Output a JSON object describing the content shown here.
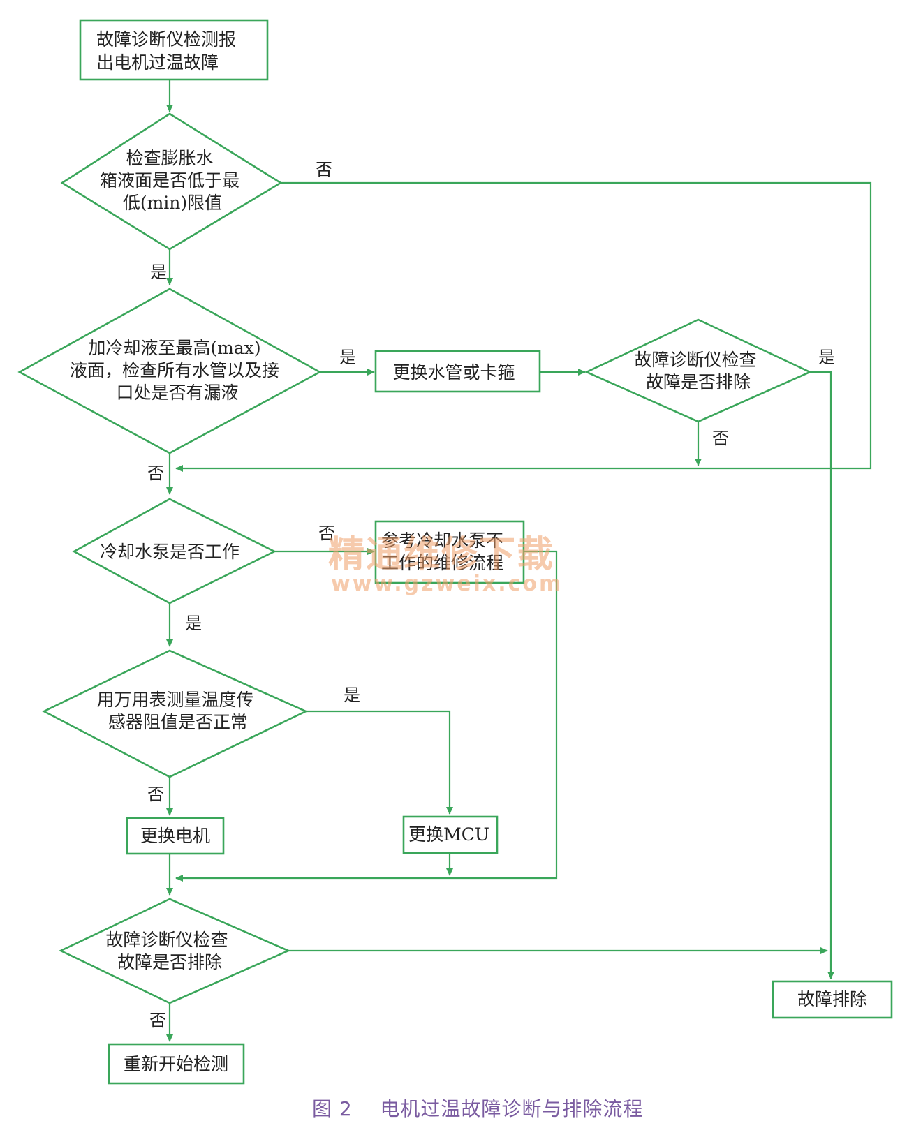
{
  "nodes": {
    "start": [
      "故障诊断仪检测报",
      "出电机过温故障"
    ],
    "check_tank": [
      "检查膨胀水",
      "箱液面是否低于最",
      "低(min)限值"
    ],
    "add_coolant": [
      "加冷却液至最高(max)",
      "液面，检查所有水管以及接",
      "口处是否有漏液"
    ],
    "replace_hose": [
      "更换水管或卡箍"
    ],
    "check_fixed_1": [
      "故障诊断仪检查",
      "故障是否排除"
    ],
    "pump_working": [
      "冷却水泵是否工作"
    ],
    "pump_procedure": [
      "参考冷却水泵不",
      "工作的维修流程"
    ],
    "sensor_check": [
      "用万用表测量温度传",
      "感器阻值是否正常"
    ],
    "replace_motor": [
      "更换电机"
    ],
    "replace_mcu": [
      "更换MCU"
    ],
    "check_fixed_2": [
      "故障诊断仪检查",
      "故障是否排除"
    ],
    "restart": [
      "重新开始检测"
    ],
    "resolved": [
      "故障排除"
    ]
  },
  "labels": {
    "tank_no": "否",
    "tank_yes": "是",
    "leak_yes": "是",
    "leak_no": "否",
    "fixed1_yes": "是",
    "fixed1_no": "否",
    "pump_no": "否",
    "pump_yes": "是",
    "sensor_yes": "是",
    "sensor_no": "否",
    "fixed2_no": "否"
  },
  "watermark": {
    "text": "精通维修下载",
    "url": "www.gzweix.com"
  },
  "caption": "图 2    电机过温故障诊断与排除流程",
  "colors": {
    "line": "#3aa65a",
    "caption": "#7a5ba0",
    "watermark": "#f0a06a"
  }
}
